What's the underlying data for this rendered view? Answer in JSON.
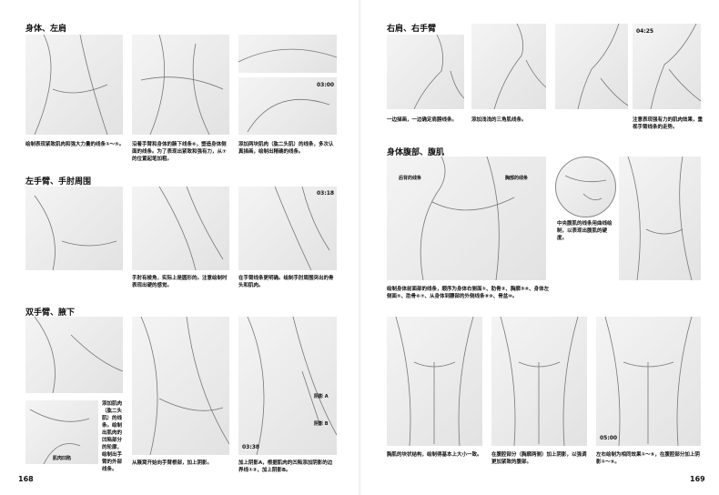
{
  "left_page": {
    "page_number": "168",
    "sections": [
      {
        "title": "身体、左肩",
        "captions": [
          "绘制表现紧致肌肉和强大力量的线条①～⑤。",
          "沿着手臂和身体的腋下线条⑥，塑造身体侧面的线条。为了表现出紧致和强有力，从⑦的位置起笔加粗。",
          "添加两块肌肉（肱二头肌）的线条，多次认真描画，绘制出精确的线条。"
        ],
        "timestamp": "03:00"
      },
      {
        "title": "左手臂、手肘周围",
        "captions": [
          "手肘有棱角，实际上是圆形的。注意绘制时表现出硬的感觉。",
          "在手臂线条更明确。绘制手肘周围突出的骨头和肌肉。"
        ],
        "timestamp": "03:18"
      },
      {
        "title": "双手臂、腋下",
        "captions": [
          "添加肌肉（肱二头肌）的线条。绘制出肌肉的凹陷部分的轮廓，绘制出手臂的外部线条。",
          "从腋窝开始向手臂根部，加上阴影。",
          "加上阴影A，根据肌肉的凹陷添加阴影的边界线①②，加上阴影B。"
        ],
        "labels": [
          "肌肉凹陷",
          "阴影 A",
          "阴影 B"
        ],
        "timestamp": "03:38"
      }
    ]
  },
  "right_page": {
    "page_number": "169",
    "sections": [
      {
        "title": "右肩、右手臂",
        "captions": [
          "一边描画，一边确定肩膀线条。",
          "添加浅浅的三角肌线条。",
          "注意表现强有力的肌肉效果，重视手臂线条的走势。"
        ],
        "timestamp": "04:25"
      },
      {
        "title": "身体腹部、腹肌",
        "captions": [
          "绘制身体前面部的线条，顺序为身体右侧面①、肋骨②、胸廓③④、身体左侧面⑤、肋骨⑥⑦、从身体到腰部的外侧线条⑧⑨、骨盆⑩。",
          "中央腹肌的线条用曲线绘制，以表现出腹肌的硬度。"
        ],
        "labels": [
          "后背的线条",
          "胸部的线条"
        ]
      },
      {
        "title": "",
        "captions": [
          "胸肌的块状结构，绘制得基本上大小一致。",
          "在腹腔部分（胸廓两侧）加上阴影，以强调更加紧致的腹部。",
          "左右绘制为相同效果①～⑤，在腹腔部分加上阴影①～⑤。"
        ],
        "timestamp": "05:00"
      }
    ]
  }
}
